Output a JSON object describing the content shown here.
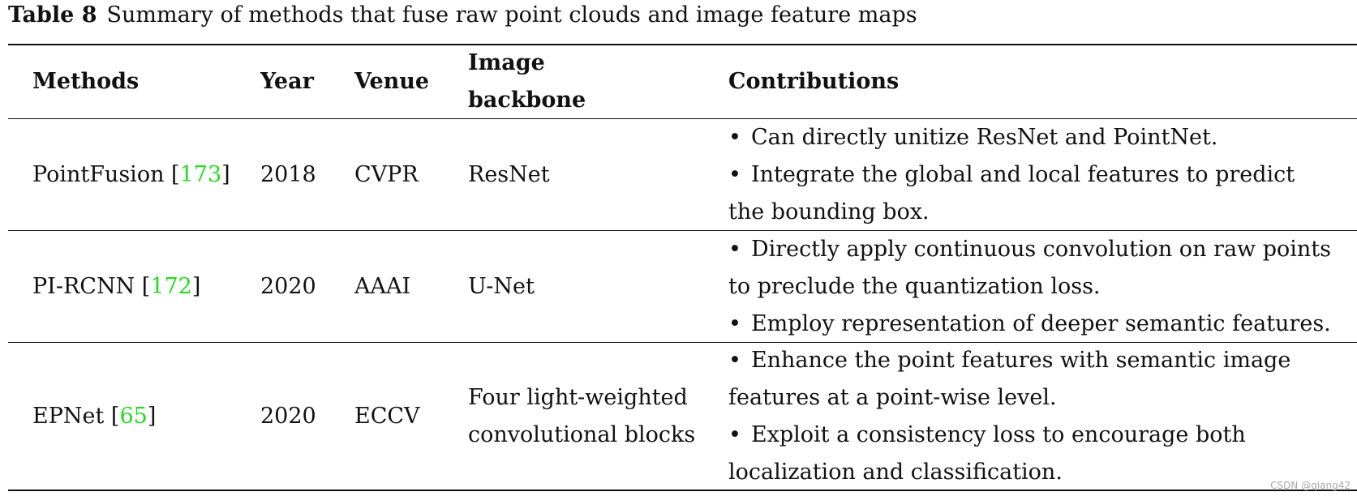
{
  "caption": {
    "label": "Table 8",
    "text": "Summary of methods that fuse raw point clouds and image feature maps"
  },
  "headers": {
    "methods": "Methods",
    "year": "Year",
    "venue": "Venue",
    "backbone_line1": "Image",
    "backbone_line2": "backbone",
    "contributions": "Contributions"
  },
  "rows": [
    {
      "method": "PointFusion",
      "ref": "173",
      "year": "2018",
      "venue": "CVPR",
      "backbone": [
        "ResNet"
      ],
      "contributions": [
        {
          "bullet": "•",
          "text": "Can directly unitize ResNet and PointNet."
        },
        {
          "bullet": "•",
          "text": "Integrate the global and local features to predict"
        },
        {
          "bullet": "",
          "text": "the bounding box."
        }
      ]
    },
    {
      "method": "PI-RCNN",
      "ref": "172",
      "year": "2020",
      "venue": "AAAI",
      "backbone": [
        "U-Net"
      ],
      "contributions": [
        {
          "bullet": "•",
          "text": "Directly apply continuous convolution on raw points"
        },
        {
          "bullet": "",
          "text": "to preclude the quantization loss."
        },
        {
          "bullet": "•",
          "text": "Employ representation of deeper semantic features."
        }
      ]
    },
    {
      "method": "EPNet",
      "ref": "65",
      "year": "2020",
      "venue": "ECCV",
      "backbone": [
        "Four light-weighted",
        "convolutional blocks"
      ],
      "contributions": [
        {
          "bullet": "•",
          "text": "Enhance the point features with semantic image"
        },
        {
          "bullet": "",
          "text": "features at a point-wise level."
        },
        {
          "bullet": "•",
          "text": "Exploit a consistency loss to encourage both"
        },
        {
          "bullet": "",
          "text": "localization and classification."
        }
      ]
    }
  ],
  "watermark": "CSDN @qiang42"
}
